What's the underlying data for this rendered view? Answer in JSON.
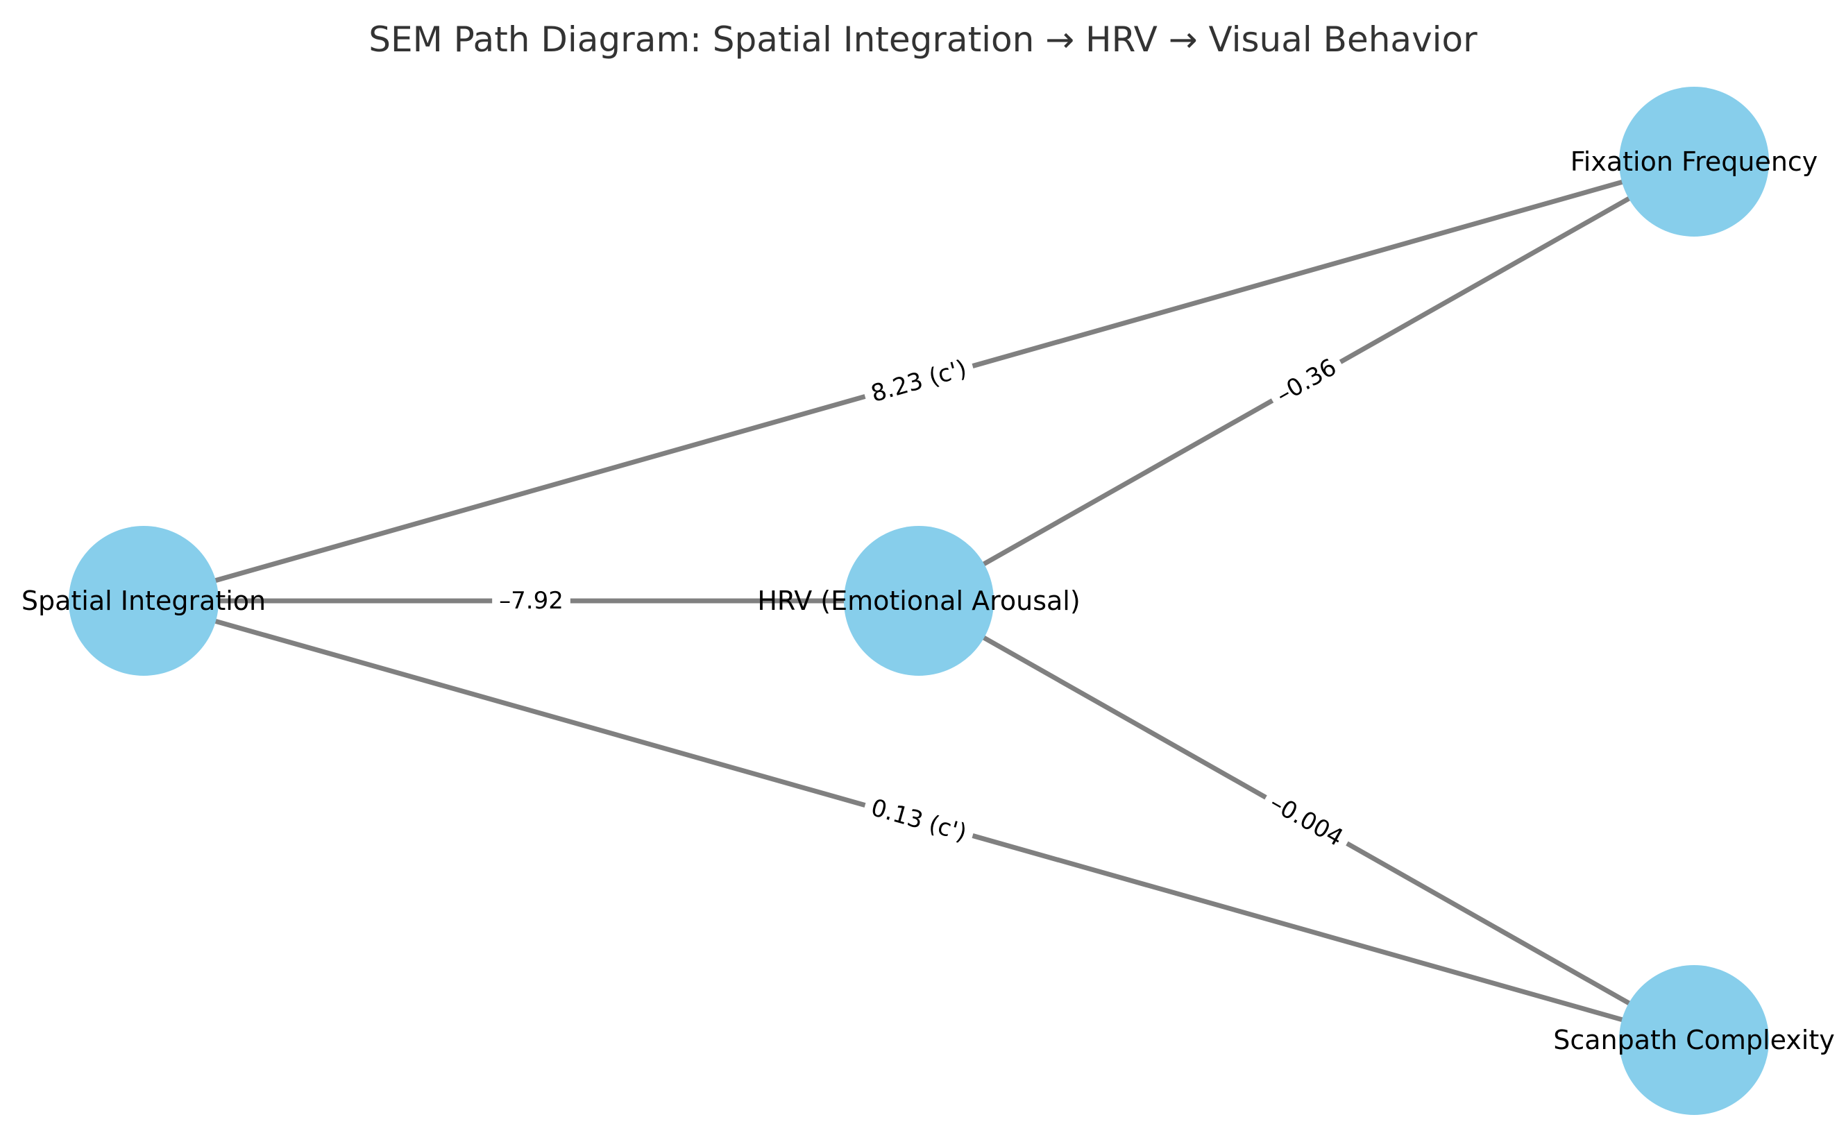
{
  "title": "SEM Path Diagram: Spatial Integration → HRV → Visual Behavior",
  "colors": {
    "node_fill": "#87CEEB",
    "edge": "#808080",
    "title_text": "#333333",
    "label_text": "#000000",
    "background": "#ffffff"
  },
  "nodes": [
    {
      "id": "spatial",
      "label": "Spatial Integration"
    },
    {
      "id": "hrv",
      "label": "HRV (Emotional Arousal)"
    },
    {
      "id": "fixation",
      "label": "Fixation Frequency"
    },
    {
      "id": "scanpath",
      "label": "Scanpath Complexity"
    }
  ],
  "edges": [
    {
      "id": "spatial-hrv",
      "from": "spatial",
      "to": "hrv",
      "label": "–7.92"
    },
    {
      "id": "spatial-fixation",
      "from": "spatial",
      "to": "fixation",
      "label": "8.23 (c')"
    },
    {
      "id": "spatial-scanpath",
      "from": "spatial",
      "to": "scanpath",
      "label": "0.13 (c')"
    },
    {
      "id": "hrv-fixation",
      "from": "hrv",
      "to": "fixation",
      "label": "–0.36"
    },
    {
      "id": "hrv-scanpath",
      "from": "hrv",
      "to": "scanpath",
      "label": "–0.004"
    }
  ]
}
